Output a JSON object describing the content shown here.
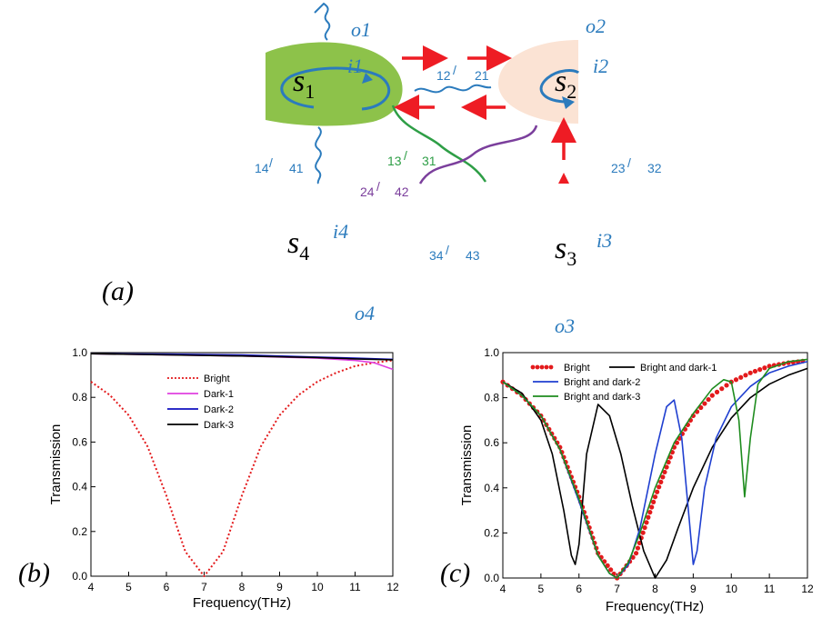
{
  "diagram": {
    "panel_label": "(a)",
    "nodes": {
      "s1": {
        "letter": "s",
        "sub": "1",
        "i": "i1",
        "o": "o1"
      },
      "s2": {
        "letter": "s",
        "sub": "2",
        "i": "i2",
        "o": "o2"
      },
      "s3": {
        "letter": "s",
        "sub": "3",
        "i": "i3",
        "o": "o3"
      },
      "s4": {
        "letter": "s",
        "sub": "4",
        "i": "i4",
        "o": "o4"
      }
    },
    "couplings": {
      "k12": {
        "a": "12",
        "b": "21"
      },
      "k14": {
        "a": "14",
        "b": "41"
      },
      "k13": {
        "a": "13",
        "b": "31"
      },
      "k24": {
        "a": "24",
        "b": "42"
      },
      "k23": {
        "a": "23",
        "b": "32"
      },
      "k34": {
        "a": "34",
        "b": "43"
      }
    },
    "colors": {
      "s1_fill": "#8dc24a",
      "s2_fill": "#fbe3d4",
      "arrow": "#ee1c24",
      "coupling": "#2b7bbd",
      "coupling_13": "#2e9e46",
      "coupling_24": "#7b3f9c"
    }
  },
  "chart_data": [
    {
      "type": "line",
      "panel_label": "(b)",
      "xlabel": "Frequency(THz)",
      "ylabel": "Transmission",
      "xlim": [
        4,
        12
      ],
      "ylim": [
        0,
        1.0
      ],
      "xticks": [
        "4",
        "5",
        "6",
        "7",
        "8",
        "9",
        "10",
        "11",
        "12"
      ],
      "yticks": [
        "0.0",
        "0.2",
        "0.4",
        "0.6",
        "0.8",
        "1.0"
      ],
      "grid": false,
      "legend_position": "upper-center",
      "series": [
        {
          "name": "Bright",
          "color": "#e31a1c",
          "style": "dotted",
          "x": [
            4.0,
            4.5,
            5.0,
            5.5,
            6.0,
            6.5,
            7.0,
            7.5,
            8.0,
            8.5,
            9.0,
            9.5,
            10.0,
            10.5,
            11.0,
            11.5,
            12.0
          ],
          "y": [
            0.87,
            0.81,
            0.72,
            0.58,
            0.36,
            0.11,
            0.0,
            0.11,
            0.36,
            0.58,
            0.72,
            0.81,
            0.87,
            0.91,
            0.94,
            0.955,
            0.965
          ]
        },
        {
          "name": "Dark-1",
          "color": "#e040e0",
          "style": "solid",
          "x": [
            4.0,
            6.0,
            8.0,
            10.0,
            11.0,
            11.5,
            12.0
          ],
          "y": [
            0.995,
            0.99,
            0.985,
            0.975,
            0.965,
            0.955,
            0.925
          ]
        },
        {
          "name": "Dark-2",
          "color": "#1010c0",
          "style": "solid",
          "x": [
            4.0,
            6.0,
            8.0,
            10.0,
            11.0,
            12.0
          ],
          "y": [
            0.995,
            0.993,
            0.99,
            0.98,
            0.975,
            0.97
          ]
        },
        {
          "name": "Dark-3",
          "color": "#000000",
          "style": "solid",
          "x": [
            4.0,
            6.0,
            8.0,
            10.0,
            11.0,
            12.0
          ],
          "y": [
            0.995,
            0.99,
            0.985,
            0.978,
            0.972,
            0.968
          ]
        }
      ]
    },
    {
      "type": "line",
      "panel_label": "(c)",
      "xlabel": "Frequency(THz)",
      "ylabel": "Transmission",
      "xlim": [
        4,
        12
      ],
      "ylim": [
        0,
        1.0
      ],
      "xticks": [
        "4",
        "5",
        "6",
        "7",
        "8",
        "9",
        "10",
        "11",
        "12"
      ],
      "yticks": [
        "0.0",
        "0.2",
        "0.4",
        "0.6",
        "0.8",
        "1.0"
      ],
      "grid": false,
      "legend_position": "top",
      "series": [
        {
          "name": "Bright",
          "color": "#e31a1c",
          "style": "dots",
          "x": [
            4.0,
            4.5,
            5.0,
            5.5,
            6.0,
            6.5,
            7.0,
            7.5,
            8.0,
            8.5,
            9.0,
            9.5,
            10.0,
            10.5,
            11.0,
            11.5,
            12.0
          ],
          "y": [
            0.87,
            0.81,
            0.72,
            0.58,
            0.36,
            0.11,
            0.0,
            0.11,
            0.36,
            0.58,
            0.72,
            0.81,
            0.87,
            0.91,
            0.94,
            0.955,
            0.965
          ]
        },
        {
          "name": "Bright and dark-1",
          "color": "#000000",
          "style": "solid",
          "x": [
            4.0,
            4.5,
            5.0,
            5.3,
            5.6,
            5.8,
            5.9,
            6.0,
            6.2,
            6.5,
            6.8,
            7.1,
            7.4,
            7.7,
            8.0,
            8.3,
            8.6,
            9.0,
            9.5,
            10.0,
            10.5,
            11.0,
            11.5,
            12.0
          ],
          "y": [
            0.87,
            0.82,
            0.7,
            0.55,
            0.3,
            0.1,
            0.06,
            0.15,
            0.55,
            0.77,
            0.72,
            0.55,
            0.32,
            0.12,
            0.0,
            0.08,
            0.22,
            0.4,
            0.58,
            0.71,
            0.8,
            0.86,
            0.9,
            0.93
          ]
        },
        {
          "name": "Bright and dark-2",
          "color": "#1f3fd0",
          "style": "solid",
          "x": [
            4.0,
            4.5,
            5.0,
            5.5,
            6.0,
            6.5,
            6.8,
            7.0,
            7.3,
            7.6,
            8.0,
            8.3,
            8.5,
            8.7,
            8.9,
            9.0,
            9.1,
            9.3,
            9.6,
            10.0,
            10.5,
            11.0,
            11.5,
            12.0
          ],
          "y": [
            0.87,
            0.81,
            0.72,
            0.57,
            0.34,
            0.1,
            0.02,
            0.0,
            0.06,
            0.22,
            0.55,
            0.76,
            0.79,
            0.62,
            0.25,
            0.06,
            0.12,
            0.4,
            0.62,
            0.76,
            0.85,
            0.91,
            0.94,
            0.96
          ]
        },
        {
          "name": "Bright and dark-3",
          "color": "#1e8c1e",
          "style": "solid",
          "x": [
            4.0,
            4.5,
            5.0,
            5.5,
            6.0,
            6.5,
            6.8,
            7.0,
            7.3,
            7.6,
            8.0,
            8.5,
            9.0,
            9.5,
            9.8,
            10.0,
            10.2,
            10.35,
            10.5,
            10.7,
            11.0,
            11.5,
            12.0
          ],
          "y": [
            0.87,
            0.81,
            0.72,
            0.57,
            0.35,
            0.1,
            0.02,
            0.0,
            0.07,
            0.2,
            0.4,
            0.6,
            0.73,
            0.84,
            0.88,
            0.87,
            0.7,
            0.36,
            0.62,
            0.86,
            0.93,
            0.96,
            0.97
          ]
        }
      ]
    }
  ]
}
